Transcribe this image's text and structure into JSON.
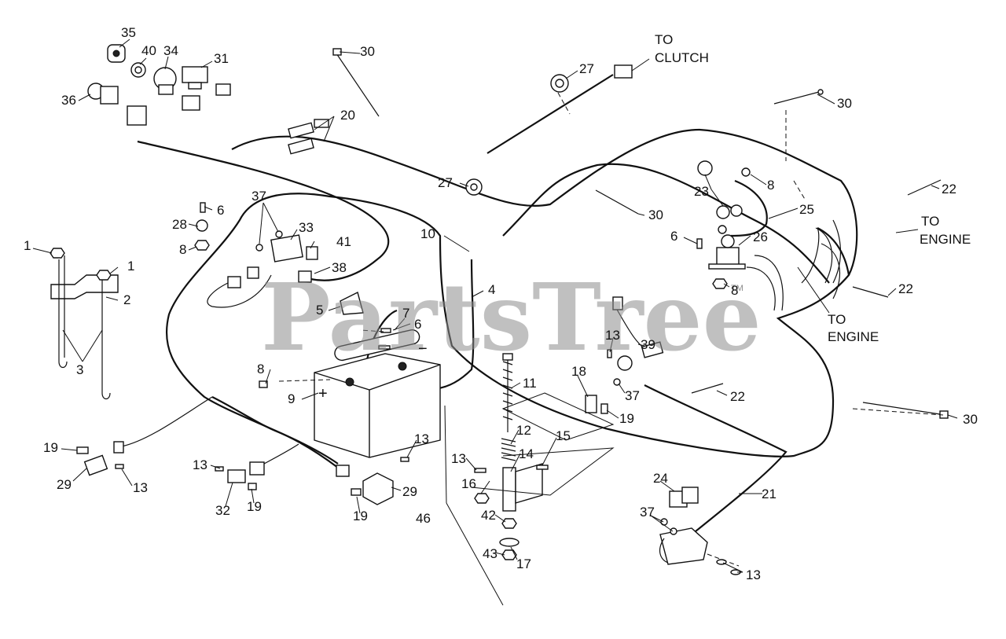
{
  "watermark": {
    "text": "PartsTree",
    "mark": "TM"
  },
  "notes": {
    "clutch_1": "TO",
    "clutch_2": "CLUTCH",
    "engine_a_1": "TO",
    "engine_a_2": "ENGINE",
    "engine_b_1": "TO",
    "engine_b_2": "ENGINE"
  },
  "battery": {
    "plus": "+",
    "minus": "−"
  },
  "callouts": [
    "35",
    "40",
    "34",
    "31",
    "36",
    "20",
    "30",
    "27",
    "30",
    "37",
    "33",
    "41",
    "38",
    "6",
    "28",
    "8",
    "1",
    "1",
    "2",
    "3",
    "5",
    "7",
    "6",
    "8",
    "9",
    "10",
    "4",
    "27",
    "30",
    "23",
    "8",
    "25",
    "6",
    "26",
    "8",
    "22",
    "22",
    "13",
    "39",
    "37",
    "18",
    "19",
    "11",
    "12",
    "15",
    "13",
    "14",
    "16",
    "42",
    "17",
    "43",
    "19",
    "29",
    "13",
    "13",
    "32",
    "19",
    "29",
    "19",
    "13",
    "46",
    "22",
    "30",
    "21",
    "24",
    "37",
    "13",
    "TO",
    "CLUTCH"
  ]
}
